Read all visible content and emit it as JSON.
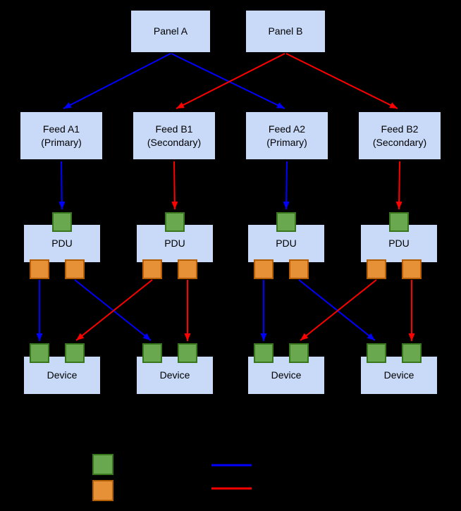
{
  "diagram": {
    "panels": [
      {
        "label": "Panel A"
      },
      {
        "label": "Panel B"
      }
    ],
    "feeds": [
      {
        "name": "Feed A1",
        "role": "(Primary)"
      },
      {
        "name": "Feed B1",
        "role": "(Secondary)"
      },
      {
        "name": "Feed A2",
        "role": "(Primary)"
      },
      {
        "name": "Feed B2",
        "role": "(Secondary)"
      }
    ],
    "pdus": [
      {
        "label": "PDU"
      },
      {
        "label": "PDU"
      },
      {
        "label": "PDU"
      },
      {
        "label": "PDU"
      }
    ],
    "devices": [
      {
        "label": "Device"
      },
      {
        "label": "Device"
      },
      {
        "label": "Device"
      },
      {
        "label": "Device"
      }
    ],
    "colors": {
      "background": "#000000",
      "node_fill": "#c9daf8",
      "input_port_fill": "#6aa84f",
      "output_port_fill": "#e69138",
      "primary_link": "#0000ff",
      "secondary_link": "#ff0000"
    },
    "legend": {
      "input_port_swatch": "#6aa84f",
      "output_port_swatch": "#e69138",
      "primary_line": "#0000ff",
      "secondary_line": "#ff0000"
    }
  }
}
